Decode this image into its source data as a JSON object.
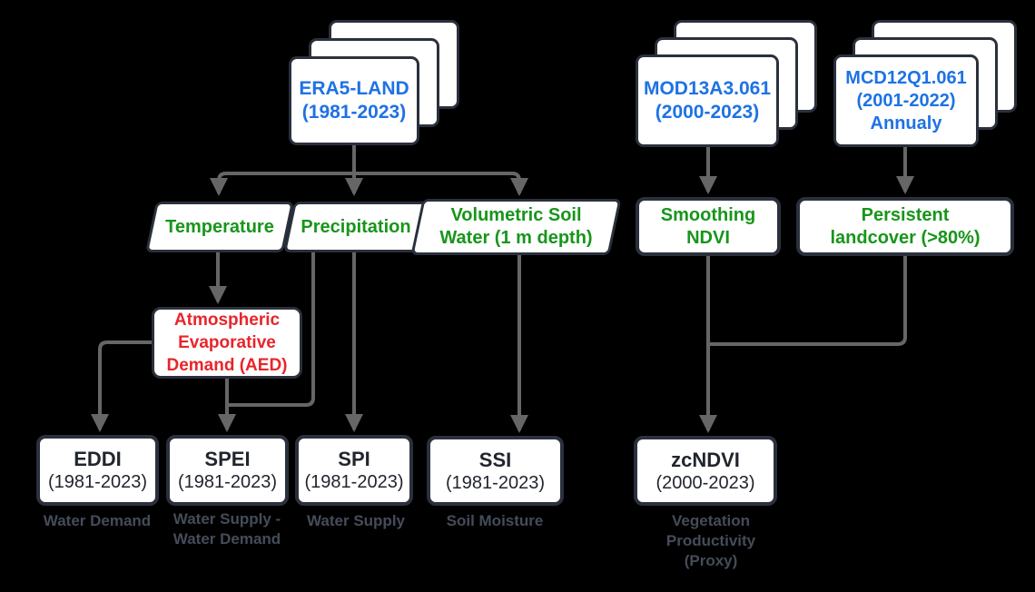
{
  "colors": {
    "background": "#000000",
    "node_fill": "#ffffff",
    "node_border": "#2a303c",
    "edge": "#666666",
    "source_text": "#1e72e4",
    "variable_text": "#18951b",
    "aed_text": "#e8252b",
    "index_text": "#21252d",
    "caption_text": "#454c59"
  },
  "sources": [
    {
      "id": "era5-land",
      "lines": [
        "ERA5-LAND",
        "(1981-2023)"
      ]
    },
    {
      "id": "mod13a3",
      "lines": [
        "MOD13A3.061",
        "(2000-2023)"
      ]
    },
    {
      "id": "mcd12q1",
      "lines": [
        "MCD12Q1.061",
        "(2001-2022)",
        "Annualy"
      ]
    }
  ],
  "variables": [
    {
      "id": "temperature",
      "lines": [
        "Temperature"
      ]
    },
    {
      "id": "precipitation",
      "lines": [
        "Precipitation"
      ]
    },
    {
      "id": "volumetric-soil-water",
      "lines": [
        "Volumetric Soil",
        "Water (1 m depth)"
      ]
    },
    {
      "id": "smoothing-ndvi",
      "lines": [
        "Smoothing",
        "NDVI"
      ]
    },
    {
      "id": "persistent-landcover",
      "lines": [
        "Persistent",
        "landcover (>80%)"
      ]
    }
  ],
  "intermediate": [
    {
      "id": "aed",
      "lines": [
        "Atmospheric",
        "Evaporative",
        "Demand (AED)"
      ]
    }
  ],
  "indices": [
    {
      "id": "eddi",
      "title": "EDDI",
      "years": "(1981-2023)",
      "caption": [
        "Water Demand"
      ]
    },
    {
      "id": "spei",
      "title": "SPEI",
      "years": "(1981-2023)",
      "caption": [
        "Water Supply -",
        "Water Demand"
      ]
    },
    {
      "id": "spi",
      "title": "SPI",
      "years": "(1981-2023)",
      "caption": [
        "Water Supply"
      ]
    },
    {
      "id": "ssi",
      "title": "SSI",
      "years": "(1981-2023)",
      "caption": [
        "Soil Moisture"
      ]
    },
    {
      "id": "zcndvi",
      "title": "zcNDVI",
      "years": "(2000-2023)",
      "caption": [
        "Vegetation",
        "Productivity",
        "(Proxy)"
      ]
    }
  ],
  "edges": [
    {
      "from": "era5-land",
      "to": "temperature"
    },
    {
      "from": "era5-land",
      "to": "precipitation"
    },
    {
      "from": "era5-land",
      "to": "volumetric-soil-water"
    },
    {
      "from": "mod13a3",
      "to": "smoothing-ndvi"
    },
    {
      "from": "mcd12q1",
      "to": "persistent-landcover"
    },
    {
      "from": "temperature",
      "to": "aed"
    },
    {
      "from": "aed",
      "to": "eddi"
    },
    {
      "from": "aed",
      "to": "spei"
    },
    {
      "from": "precipitation",
      "to": "spei"
    },
    {
      "from": "precipitation",
      "to": "spi"
    },
    {
      "from": "volumetric-soil-water",
      "to": "ssi"
    },
    {
      "from": "smoothing-ndvi",
      "to": "zcndvi"
    },
    {
      "from": "persistent-landcover",
      "to": "zcndvi"
    }
  ]
}
